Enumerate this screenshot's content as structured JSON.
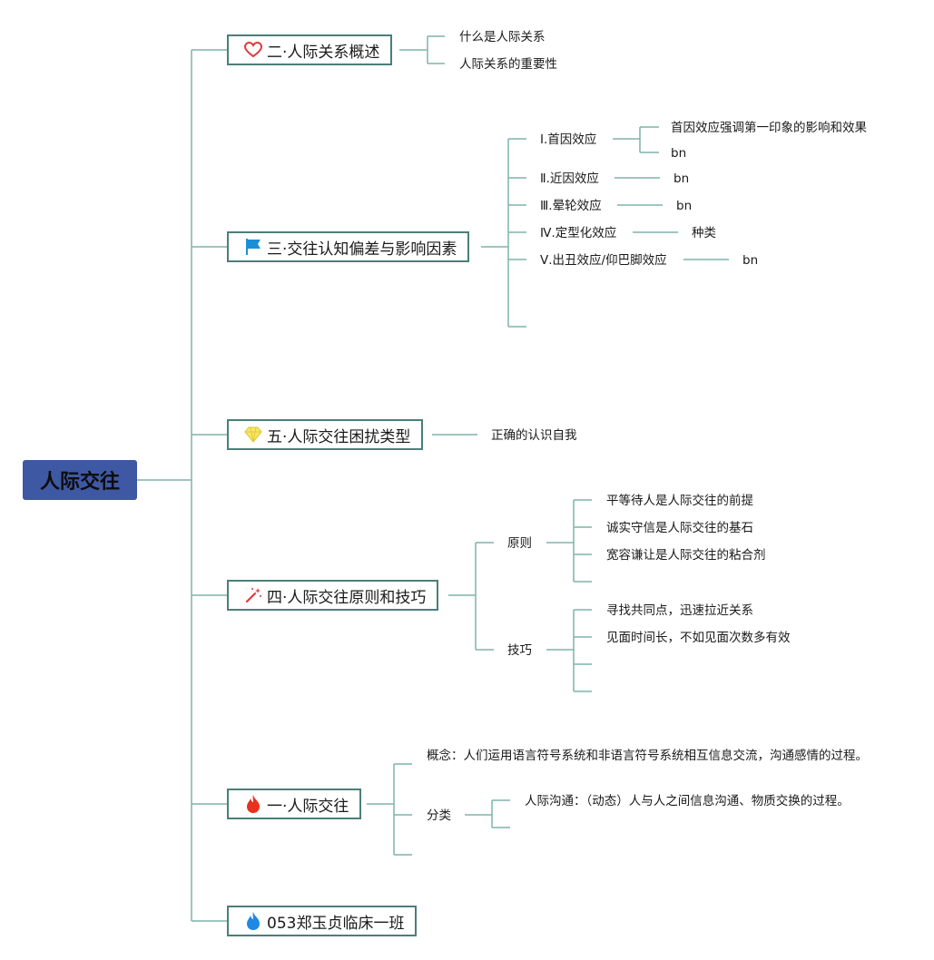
{
  "root": {
    "label": "人际交往"
  },
  "branches": [
    {
      "label": "二·人际关系概述",
      "icon": "heart-icon",
      "children": [
        "什么是人际关系",
        "人际关系的重要性"
      ]
    },
    {
      "label": "三·交往认知偏差与影响因素",
      "icon": "flag-icon",
      "children": [
        {
          "label": "Ⅰ.首因效应",
          "children": [
            "首因效应强调第一印象的影响和效果",
            "bn"
          ]
        },
        {
          "label": "Ⅱ.近因效应",
          "children": [
            "bn"
          ]
        },
        {
          "label": "Ⅲ.晕轮效应",
          "children": [
            "bn"
          ]
        },
        {
          "label": "Ⅳ.定型化效应",
          "children": [
            "种类"
          ]
        },
        {
          "label": "Ⅴ.出丑效应/仰巴脚效应",
          "children": [
            "bn"
          ]
        }
      ]
    },
    {
      "label": "五·人际交往困扰类型",
      "icon": "diamond-icon",
      "children": [
        "正确的认识自我"
      ]
    },
    {
      "label": "四·人际交往原则和技巧",
      "icon": "magic-wand-icon",
      "children": [
        {
          "label": "原则",
          "children": [
            "平等待人是人际交往的前提",
            "诚实守信是人际交往的基石",
            "宽容谦让是人际交往的粘合剂"
          ]
        },
        {
          "label": "技巧",
          "children": [
            "寻找共同点，迅速拉近关系",
            "见面时间长，不如见面次数多有效"
          ]
        }
      ]
    },
    {
      "label": "一·人际交往",
      "icon": "fire-icon",
      "children": [
        "概念：人们运用语言符号系统和非语言符号系统相互信息交流，沟通感情的过程。",
        {
          "label": "分类",
          "children": [
            "人际沟通：（动态）人与人之间信息沟通、物质交换的过程。"
          ]
        }
      ]
    },
    {
      "label": "053郑玉贞临床一班",
      "icon": "water-drop-icon",
      "children": []
    }
  ],
  "colors": {
    "root_fill": "#3e58a3",
    "topic_border": "#4a7f79",
    "line": "#7fb3ab"
  }
}
